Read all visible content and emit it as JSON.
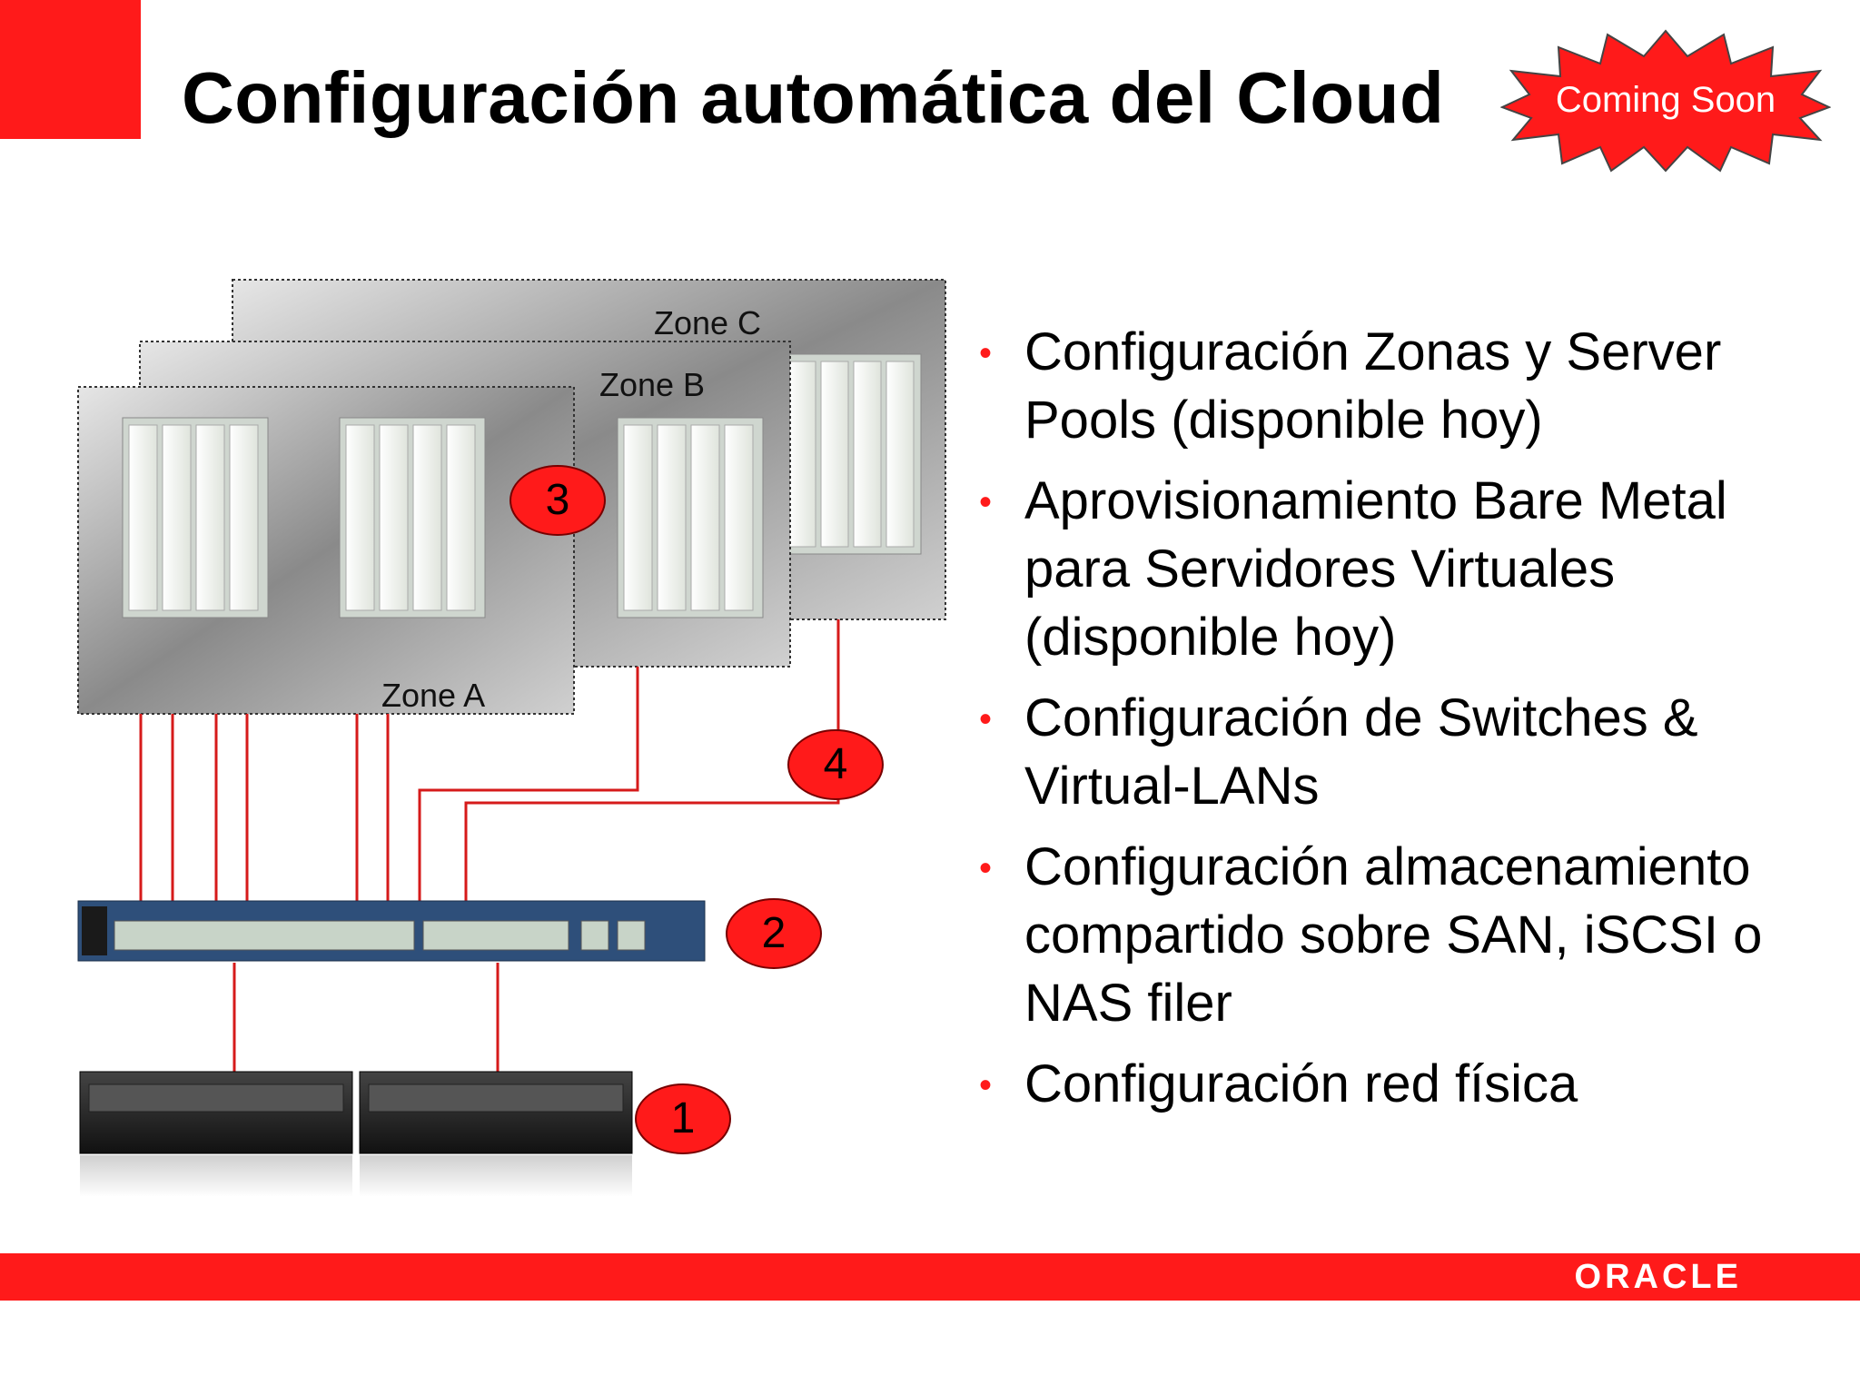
{
  "slide": {
    "title": "Configuración automática del Cloud",
    "badge": "Coming Soon"
  },
  "diagram": {
    "zones": [
      "Zone A",
      "Zone B",
      "Zone C"
    ],
    "callouts": [
      "3",
      "4",
      "2",
      "1"
    ]
  },
  "bullets": [
    "Configuración Zonas y Server Pools (disponible hoy)",
    "Aprovisionamiento Bare Metal para Servidores Virtuales (disponible hoy)",
    "Configuración de Switches & Virtual-LANs",
    "Configuración almacenamiento compartido sobre SAN, iSCSI o NAS filer",
    "Configuración red física"
  ],
  "footer": {
    "logo": "ORACLE"
  },
  "colors": {
    "accent": "#ff1a1a",
    "switch": "#2e4f7a"
  }
}
